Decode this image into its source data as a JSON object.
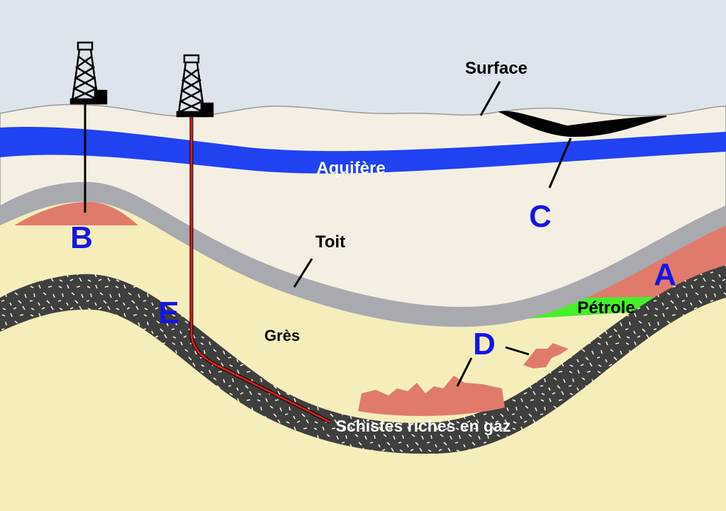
{
  "title": "Geological cross-section of hydrocarbon deposits",
  "labels": {
    "surface": "Surface",
    "aquifer": "Aquifère",
    "roof": "Toit",
    "sandstone": "Grès",
    "oil": "Pétrole",
    "shale": "Schistes riches en gaz",
    "a": "A",
    "b": "B",
    "c": "C",
    "d": "D",
    "e": "E"
  },
  "colors": {
    "sky": "#dde4ec",
    "ground": "#f4efe2",
    "aquifer": "#2142f0",
    "roof": "#a9a9b0",
    "sandstone": "#f5eebb",
    "shale": "#3f3f3f",
    "gas": "#e07b6b",
    "oil": "#45f02a",
    "label_blue": "#1414e6",
    "well_red": "#d82020"
  }
}
